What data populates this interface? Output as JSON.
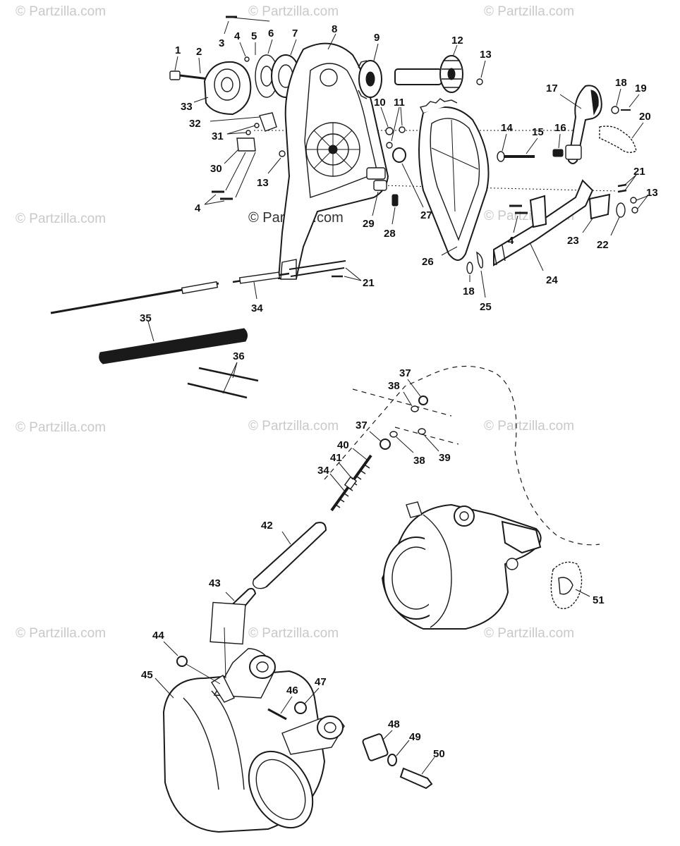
{
  "watermark": {
    "text": "© Partzilla.com",
    "center_text": "© Partzilla.com"
  },
  "callouts": {
    "c1": "1",
    "c2": "2",
    "c3": "3",
    "c4": "4",
    "c5": "5",
    "c6": "6",
    "c7": "7",
    "c8": "8",
    "c9": "9",
    "c10": "10",
    "c11": "11",
    "c12": "12",
    "c13": "13",
    "c14": "14",
    "c15": "15",
    "c16": "16",
    "c17": "17",
    "c18": "18",
    "c19": "19",
    "c20": "20",
    "c21": "21",
    "c22": "22",
    "c23": "23",
    "c24": "24",
    "c25": "25",
    "c26": "26",
    "c27": "27",
    "c28": "28",
    "c29": "29",
    "c30": "30",
    "c31": "31",
    "c32": "32",
    "c33": "33",
    "c34": "34",
    "c35": "35",
    "c36": "36",
    "c37": "37",
    "c38": "38",
    "c39": "39",
    "c40": "40",
    "c41": "41",
    "c42": "42",
    "c43": "43",
    "c44": "44",
    "c45": "45",
    "c46": "46",
    "c47": "47",
    "c48": "48",
    "c49": "49",
    "c50": "50",
    "c51": "51"
  }
}
